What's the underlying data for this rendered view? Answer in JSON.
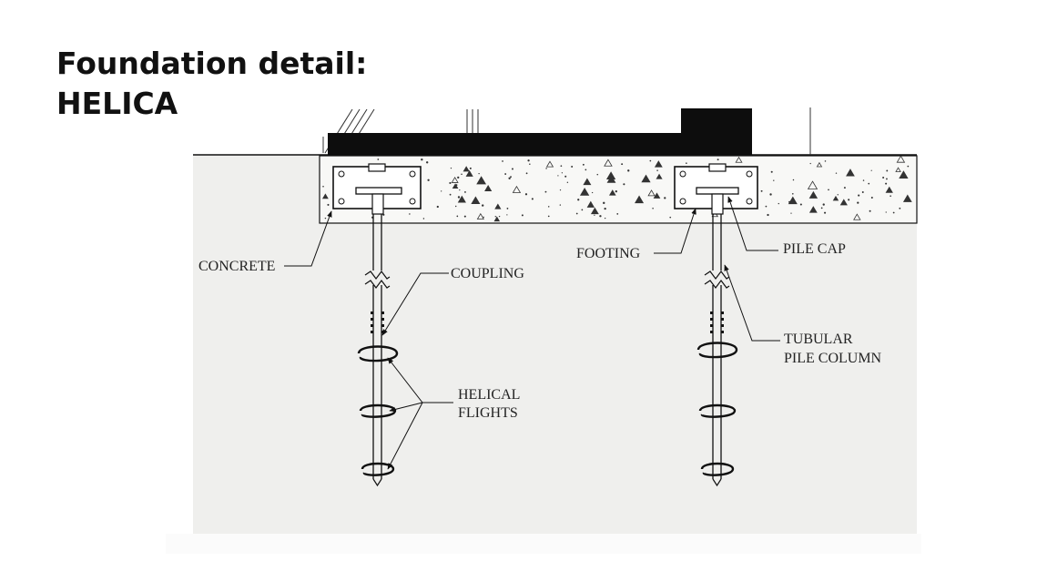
{
  "slide": {
    "title_line1": "Foundation detail:",
    "title_line2": "HELICA"
  },
  "diagram": {
    "labels": {
      "concrete": "CONCRETE",
      "coupling": "COUPLING",
      "helical_flights_line1": "HELICAL",
      "helical_flights_line2": "FLIGHTS",
      "footing": "FOOTING",
      "pile_cap": "PILE CAP",
      "tubular_pile_column_line1": "TUBULAR",
      "tubular_pile_column_line2": "PILE COLUMN"
    },
    "colors": {
      "soil": "#efefed",
      "concrete": "#f8f8f6",
      "ink": "#111111",
      "deck": "#0d0d0d"
    }
  }
}
